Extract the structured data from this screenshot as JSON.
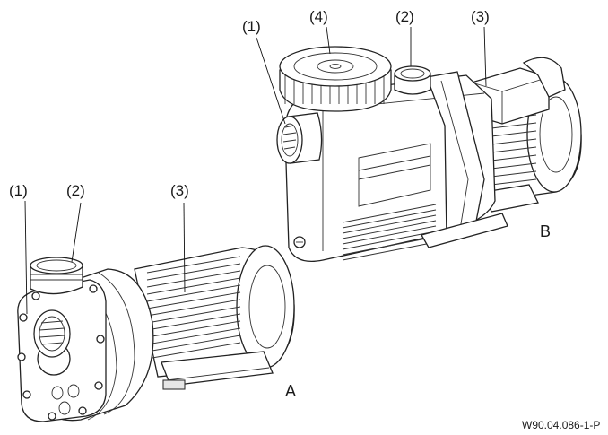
{
  "pump_a": {
    "letter": "A",
    "callouts": {
      "inlet": "(1)",
      "outlet": "(2)",
      "motor": "(3)"
    }
  },
  "pump_b": {
    "letter": "B",
    "callouts": {
      "inlet": "(1)",
      "outlet": "(2)",
      "motor": "(3)",
      "lid": "(4)"
    }
  },
  "drawing_code": "W90.04.086-1-P"
}
